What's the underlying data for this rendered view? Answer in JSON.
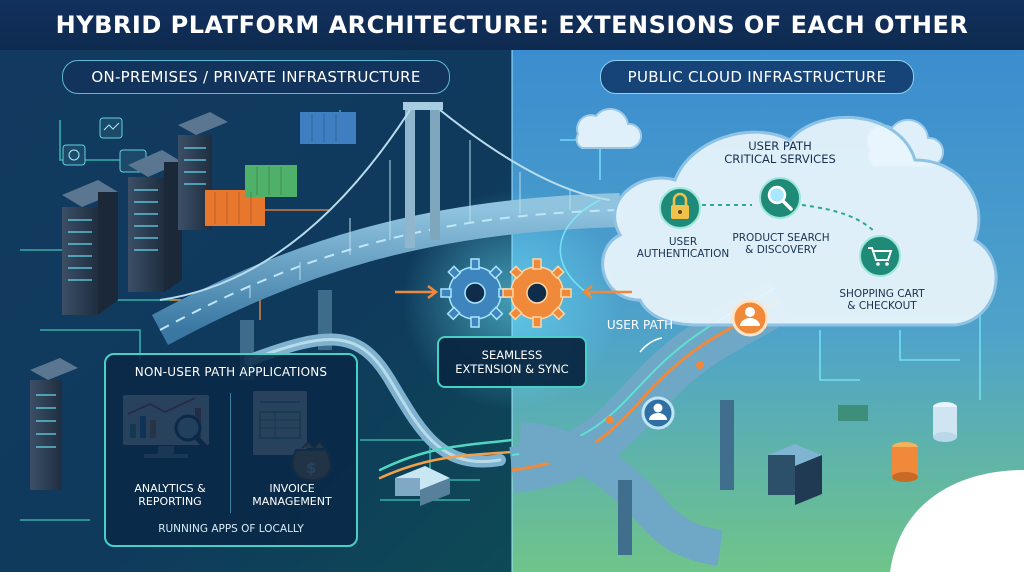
{
  "title": "HYBRID PLATFORM ARCHITECTURE: EXTENSIONS OF EACH OTHER",
  "left_zone": {
    "label": "ON-PREMISES / PRIVATE INFRASTRUCTURE",
    "apps": {
      "heading": "NON-USER PATH APPLICATIONS",
      "items": [
        {
          "line1": "ANALYTICS &",
          "line2": "REPORTING",
          "icon": "analytics-monitor-icon"
        },
        {
          "line1": "INVOICE",
          "line2": "MANAGEMENT",
          "icon": "invoice-moneybag-icon"
        }
      ],
      "footer": "RUNNING APPS OF LOCALLY"
    }
  },
  "right_zone": {
    "label": "PUBLIC CLOUD INFRASTRUCTURE",
    "cloud": {
      "heading_line1": "USER PATH",
      "heading_line2": "CRITICAL SERVICES",
      "services": [
        {
          "line1": "USER",
          "line2": "AUTHENTICATION",
          "icon": "lock-icon"
        },
        {
          "line1": "PRODUCT SEARCH",
          "line2": "& DISCOVERY",
          "icon": "magnifier-icon"
        },
        {
          "line1": "SHOPPING CART",
          "line2": "& CHECKOUT",
          "icon": "shopping-cart-icon"
        }
      ]
    },
    "user_path_label": "USER PATH"
  },
  "center": {
    "sync_line1": "SEAMLESS",
    "sync_line2": "EXTENSION & SYNC",
    "icon": "gears-icon"
  },
  "colors": {
    "left_bg": "#0f3358",
    "right_bg": "#2c7bb8",
    "accent_teal": "#49d0c6",
    "accent_orange": "#f08a3a",
    "title_bg": "#0e2a50"
  }
}
